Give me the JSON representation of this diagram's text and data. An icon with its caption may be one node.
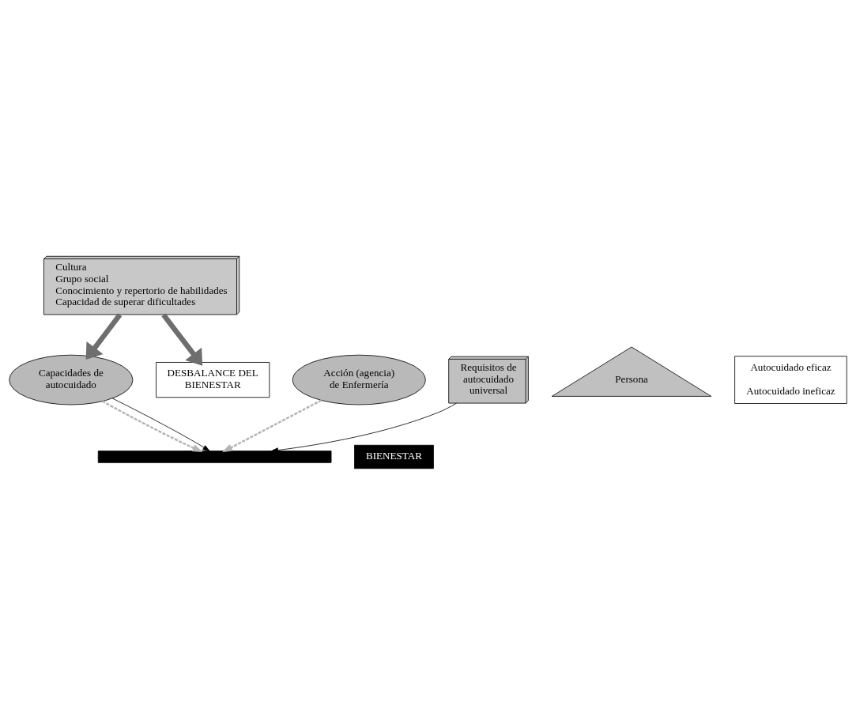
{
  "diagram": {
    "nodes": [
      {
        "text": [
          "Cultura",
          "Grupo social",
          "Conocimiento y repertorio de habilidades",
          "Capacidad de superar dificultades"
        ]
      },
      {
        "text": [
          "Acción (agencia) de Enfermería"
        ]
      },
      {
        "text": [
          "Requisitos de autocuidado universal"
        ]
      },
      {
        "text": [
          "Capacidades de autocuidado"
        ]
      },
      {
        "text": [],
        "shape": "bar"
      },
      {
        "text": [
          "BIENESTAR"
        ]
      },
      {
        "text": [
          "Persona"
        ]
      },
      {
        "text": [
          "DESBALANCE DEL BIENESTAR"
        ]
      },
      {
        "text": [
          "Autocuidado eficaz",
          "Autocuidado ineficaz"
        ]
      }
    ],
    "edges": [
      {
        "from": 0,
        "to": 3,
        "arrow": "to",
        "style": "thick",
        "color": "#6e6e6e"
      },
      {
        "from": 0,
        "to": 7,
        "arrow": "to",
        "style": "thick",
        "color": "#6e6e6e"
      },
      {
        "from": 1,
        "to": 4,
        "arrow": "to",
        "style": "dashed",
        "color": "#b4b4b4"
      },
      {
        "from": 3,
        "to": 4,
        "arrow": "to",
        "style": "dashed",
        "color": "#b4b4b4"
      },
      {
        "from": 3,
        "to": 4,
        "arrow": "to",
        "color": "#000000"
      },
      {
        "from": 2,
        "to": 4,
        "arrow": "to",
        "color": "#000000"
      }
    ]
  }
}
